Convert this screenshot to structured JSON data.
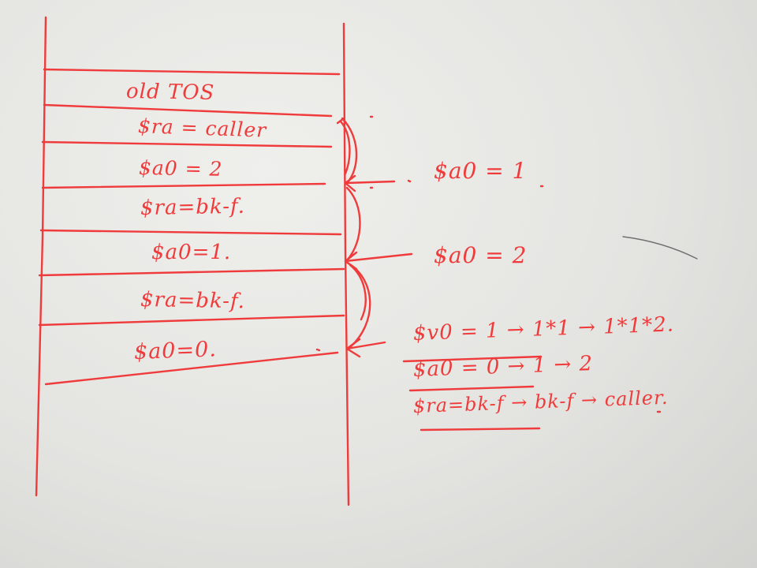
{
  "colors": {
    "ink": "#ef3b3b",
    "paper": "#e9e9e6"
  },
  "stack": {
    "cells": [
      "old TOS",
      "$ra = caller",
      "$a0 = 2",
      "$ra=bk-f.",
      "$a0=1.",
      "$ra=bk-f.",
      "$a0=0."
    ]
  },
  "annotations": {
    "a0_eq_1": "$a0 = 1",
    "a0_eq_2": "$a0 = 2",
    "v0_trace": "$v0 = 1 → 1*1 → 1*1*2.",
    "a0_trace": "$a0 = 0 → 1 → 2",
    "ra_trace": "$ra=bk-f → bk-f → caller."
  }
}
